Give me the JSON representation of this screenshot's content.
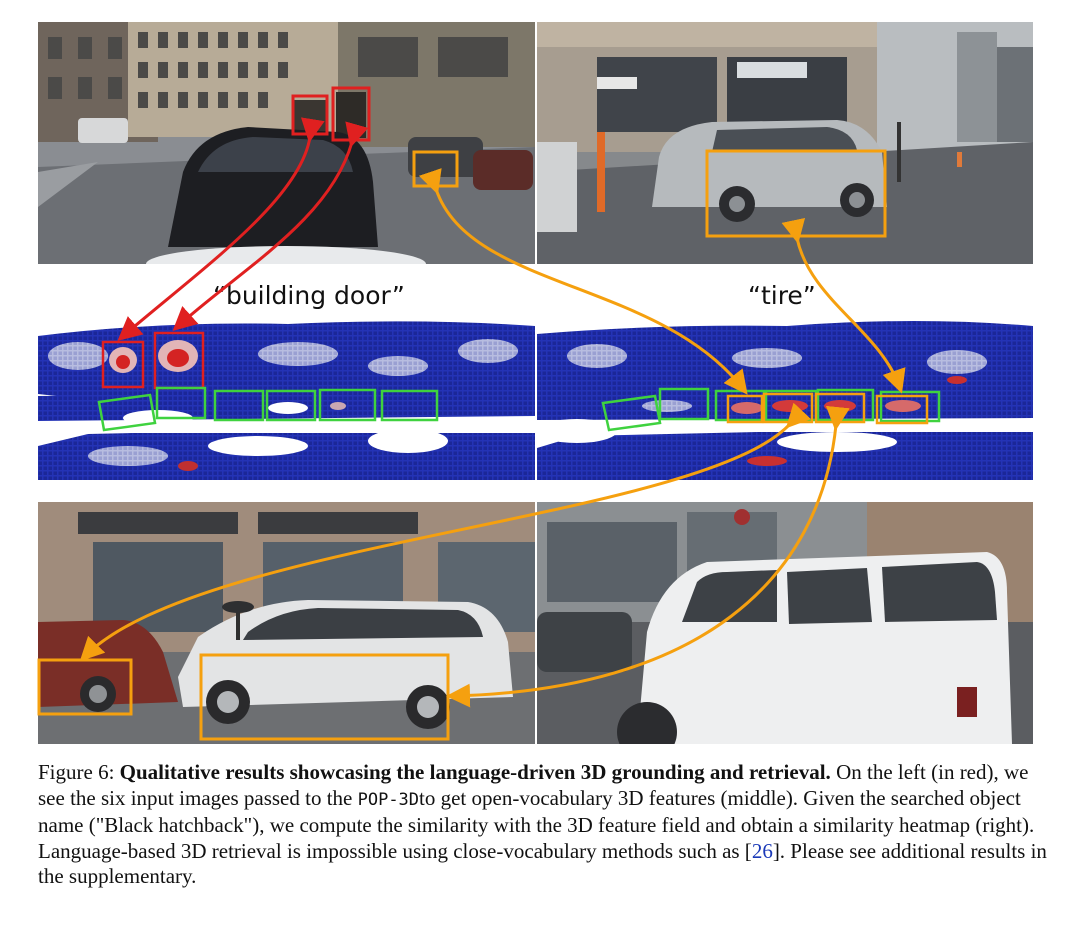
{
  "figure": {
    "queries": {
      "left": "“building door”",
      "right": "“tire”"
    },
    "colors": {
      "query_box_building": "#e02020",
      "query_box_tire": "#f5a00f",
      "voxel_group_box": "#3fd23f",
      "voxel_blue": "#1f2fb5",
      "voxel_hot": "#d81e1e"
    }
  },
  "caption": {
    "fig_label": "Figure 6:",
    "bold_title": "Qualitative results showcasing the language-driven 3D grounding and retrieval.",
    "text_1": " On the left (in red), we see the six input images passed to the ",
    "code_name": "POP-3D",
    "text_2": "to get open-vocabulary 3D features (middle). Given the searched object name (\"Black hatchback\"), we compute the similarity with the 3D feature field and obtain a similarity heatmap (right). Language-based 3D retrieval is impossible using close-vocabulary methods such as [",
    "citation": "26",
    "text_3": "]. Please see additional results in the supplementary."
  }
}
